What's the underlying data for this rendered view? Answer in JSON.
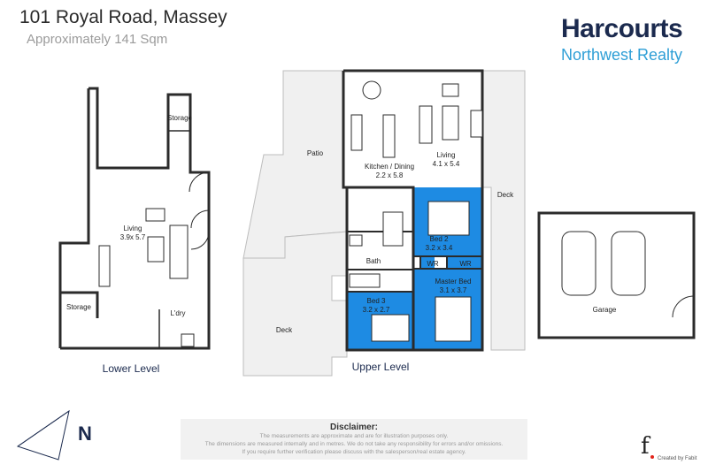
{
  "header": {
    "address": "101 Royal Road, Massey",
    "area": "Approximately 141 Sqm"
  },
  "brand": {
    "name": "Harcourts",
    "subtitle": "Northwest Realty",
    "name_color": "#1b2a4e",
    "subtitle_color": "#2f9fd6"
  },
  "levels": {
    "lower": "Lower Level",
    "upper": "Upper Level"
  },
  "rooms": {
    "storage_top": "Storage",
    "storage_left": "Storage",
    "living_lower": "Living",
    "living_lower_dim": "3.9x 5.7",
    "laundry": "L'dry",
    "patio": "Patio",
    "kitchen": "Kitchen / Dining",
    "kitchen_dim": "2.2 x 5.8",
    "living_upper": "Living",
    "living_upper_dim": "4.1 x 5.4",
    "deck_right": "Deck",
    "bed2": "Bed 2",
    "bed2_dim": "3.2 x 3.4",
    "wr1": "WR",
    "wr2": "WR",
    "bath": "Bath",
    "master": "Master Bed",
    "master_dim": "3.1 x 3.7",
    "bed3": "Bed 3",
    "bed3_dim": "3.2 x 2.7",
    "deck_left": "Deck",
    "garage": "Garage"
  },
  "compass": {
    "letter": "N"
  },
  "disclaimer": {
    "title": "Disclaimer:",
    "lines": [
      "The measurements are approximate and are for illustration purposes only.",
      "The dimensions are measured internally and in metres. We do not take any responsibility for errors and/or omissions.",
      "If you require further verification please discuss with the salesperson/real estate agency."
    ]
  },
  "credit": {
    "text": "Created by Fabit",
    "mark": "f"
  },
  "colors": {
    "bedroom_fill": "#1e8be3",
    "deck_fill": "#f0f0f0",
    "wall": "#2b2b2b"
  }
}
